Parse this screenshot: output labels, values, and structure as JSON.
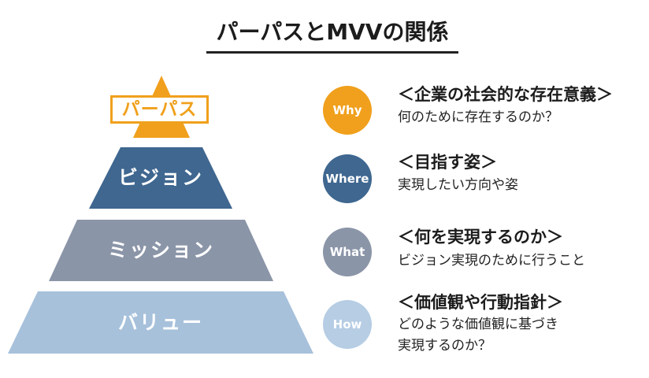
{
  "title": "パーパスとMVVの関係",
  "colors": {
    "purpose": "#f0a01c",
    "vision": "#3f6790",
    "mission": "#8b95a8",
    "value": "#a7c1db",
    "how_circle": "#b6cde4"
  },
  "pyramid": {
    "purpose_label": "パーパス",
    "vision_label": "ビジョン",
    "mission_label": "ミッション",
    "value_label": "バリュー"
  },
  "rows": [
    {
      "circle": "Why",
      "heading": "＜企業の社会的な存在意義＞",
      "desc1": "何のために存在するのか？",
      "desc2": ""
    },
    {
      "circle": "Where",
      "heading": "＜目指す姿＞",
      "desc1": "実現したい方向や姿",
      "desc2": ""
    },
    {
      "circle": "What",
      "heading": "＜何を実現するのか＞",
      "desc1": "ビジョン実現のために行うこと",
      "desc2": ""
    },
    {
      "circle": "How",
      "heading": "＜価値観や行動指針＞",
      "desc1": "どのような価値観に基づき",
      "desc2": "実現するのか？"
    }
  ]
}
